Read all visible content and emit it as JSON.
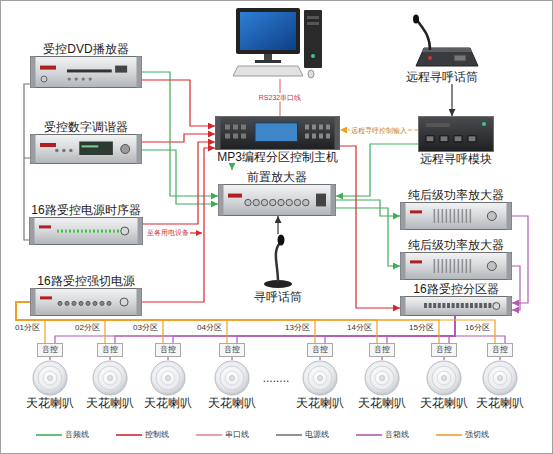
{
  "diagram": {
    "nodes": [
      {
        "text": [
          "受控DVD播放器"
        ]
      },
      {
        "text": [
          "受控数字调谐器"
        ]
      },
      {
        "text": [
          "16路受控电源时序器"
        ]
      },
      {
        "text": [
          "16路受控强切电源"
        ]
      },
      {
        "text": [
          "MP3编程分区控制主机"
        ]
      },
      {
        "text": [
          "前置放大器"
        ]
      },
      {
        "text": [
          "寻呼话筒"
        ]
      },
      {
        "text": [
          "远程寻呼话筒"
        ]
      },
      {
        "text": [
          "远程寻呼模块"
        ]
      },
      {
        "text": [
          "纯后级功率放大器"
        ]
      },
      {
        "text": [
          "纯后级功率放大器"
        ]
      },
      {
        "text": [
          "16路受控分区器"
        ]
      },
      {
        "text": [
          "音控"
        ]
      },
      {
        "text": [
          "音控"
        ]
      },
      {
        "text": [
          "音控"
        ]
      },
      {
        "text": [
          "音控"
        ]
      },
      {
        "text": [
          "音控"
        ]
      },
      {
        "text": [
          "音控"
        ]
      },
      {
        "text": [
          "音控"
        ]
      },
      {
        "text": [
          "音控"
        ]
      },
      {
        "text": [
          "天花喇叭"
        ]
      },
      {
        "text": [
          "天花喇叭"
        ]
      },
      {
        "text": [
          "天花喇叭"
        ]
      },
      {
        "text": [
          "天花喇叭"
        ]
      },
      {
        "text": [
          "天花喇叭"
        ]
      },
      {
        "text": [
          "天花喇叭"
        ]
      },
      {
        "text": [
          "天花喇叭"
        ]
      },
      {
        "text": [
          "天花喇叭"
        ]
      }
    ],
    "edges": [
      {
        "from": 0,
        "to": 5,
        "arrow": "to"
      },
      {
        "from": 1,
        "to": 5,
        "arrow": "to"
      },
      {
        "from": 0,
        "to": 4,
        "arrow": "to"
      },
      {
        "from": 1,
        "to": 4,
        "arrow": "to"
      },
      {
        "from": 2,
        "to": 4,
        "arrow": "to"
      },
      {
        "from": 3,
        "to": 4,
        "arrow": "to"
      },
      {
        "from": 7,
        "to": 8,
        "arrow": "to"
      },
      {
        "from": 8,
        "to": 4,
        "label": "远程寻呼控制输入",
        "arrow": "to"
      },
      {
        "from": 8,
        "to": 5,
        "arrow": "to"
      },
      {
        "from": 4,
        "to": 5,
        "arrow": "to"
      },
      {
        "from": 6,
        "to": 5,
        "arrow": "to"
      },
      {
        "from": 5,
        "to": 9,
        "arrow": "to"
      },
      {
        "from": 5,
        "to": 10,
        "arrow": "to"
      },
      {
        "from": 9,
        "to": 11,
        "arrow": "to"
      },
      {
        "from": 10,
        "to": 11,
        "arrow": "to"
      },
      {
        "from": 4,
        "to": 11,
        "arrow": "to"
      },
      {
        "from": 11,
        "to": 12,
        "arrow": "none"
      },
      {
        "from": 11,
        "to": 13,
        "arrow": "none"
      },
      {
        "from": 11,
        "to": 14,
        "arrow": "none"
      },
      {
        "from": 11,
        "to": 15,
        "arrow": "none"
      },
      {
        "from": 11,
        "to": 16,
        "arrow": "none"
      },
      {
        "from": 11,
        "to": 17,
        "arrow": "none"
      },
      {
        "from": 11,
        "to": 18,
        "arrow": "none"
      },
      {
        "from": 11,
        "to": 19,
        "arrow": "none"
      },
      {
        "from": 3,
        "to": 12,
        "arrow": "none"
      },
      {
        "from": 3,
        "to": 13,
        "arrow": "none"
      },
      {
        "from": 3,
        "to": 14,
        "arrow": "none"
      },
      {
        "from": 3,
        "to": 15,
        "arrow": "none"
      },
      {
        "from": 3,
        "to": 16,
        "arrow": "none"
      },
      {
        "from": 3,
        "to": 17,
        "arrow": "none"
      },
      {
        "from": 3,
        "to": 18,
        "arrow": "none"
      },
      {
        "from": 3,
        "to": 19,
        "arrow": "none"
      },
      {
        "from": 12,
        "to": 20,
        "arrow": "none"
      },
      {
        "from": 13,
        "to": 21,
        "arrow": "none"
      },
      {
        "from": 14,
        "to": 22,
        "arrow": "none"
      },
      {
        "from": 15,
        "to": 23,
        "arrow": "none"
      },
      {
        "from": 16,
        "to": 24,
        "arrow": "none"
      },
      {
        "from": 17,
        "to": 25,
        "arrow": "none"
      },
      {
        "from": 18,
        "to": 26,
        "arrow": "none"
      },
      {
        "from": 19,
        "to": 27,
        "arrow": "none"
      }
    ],
    "labels": [
      "RS232串口线",
      "至各用电设备",
      "01分区",
      "02分区",
      "03分区",
      "04分区",
      "........",
      "13分区",
      "14分区",
      "15分区",
      "16分区"
    ],
    "legend": [
      {
        "text": "音频线"
      },
      {
        "text": "控制线"
      },
      {
        "text": "串口线"
      },
      {
        "text": "电源线"
      },
      {
        "text": "音箱线"
      },
      {
        "text": "强切线"
      }
    ]
  }
}
